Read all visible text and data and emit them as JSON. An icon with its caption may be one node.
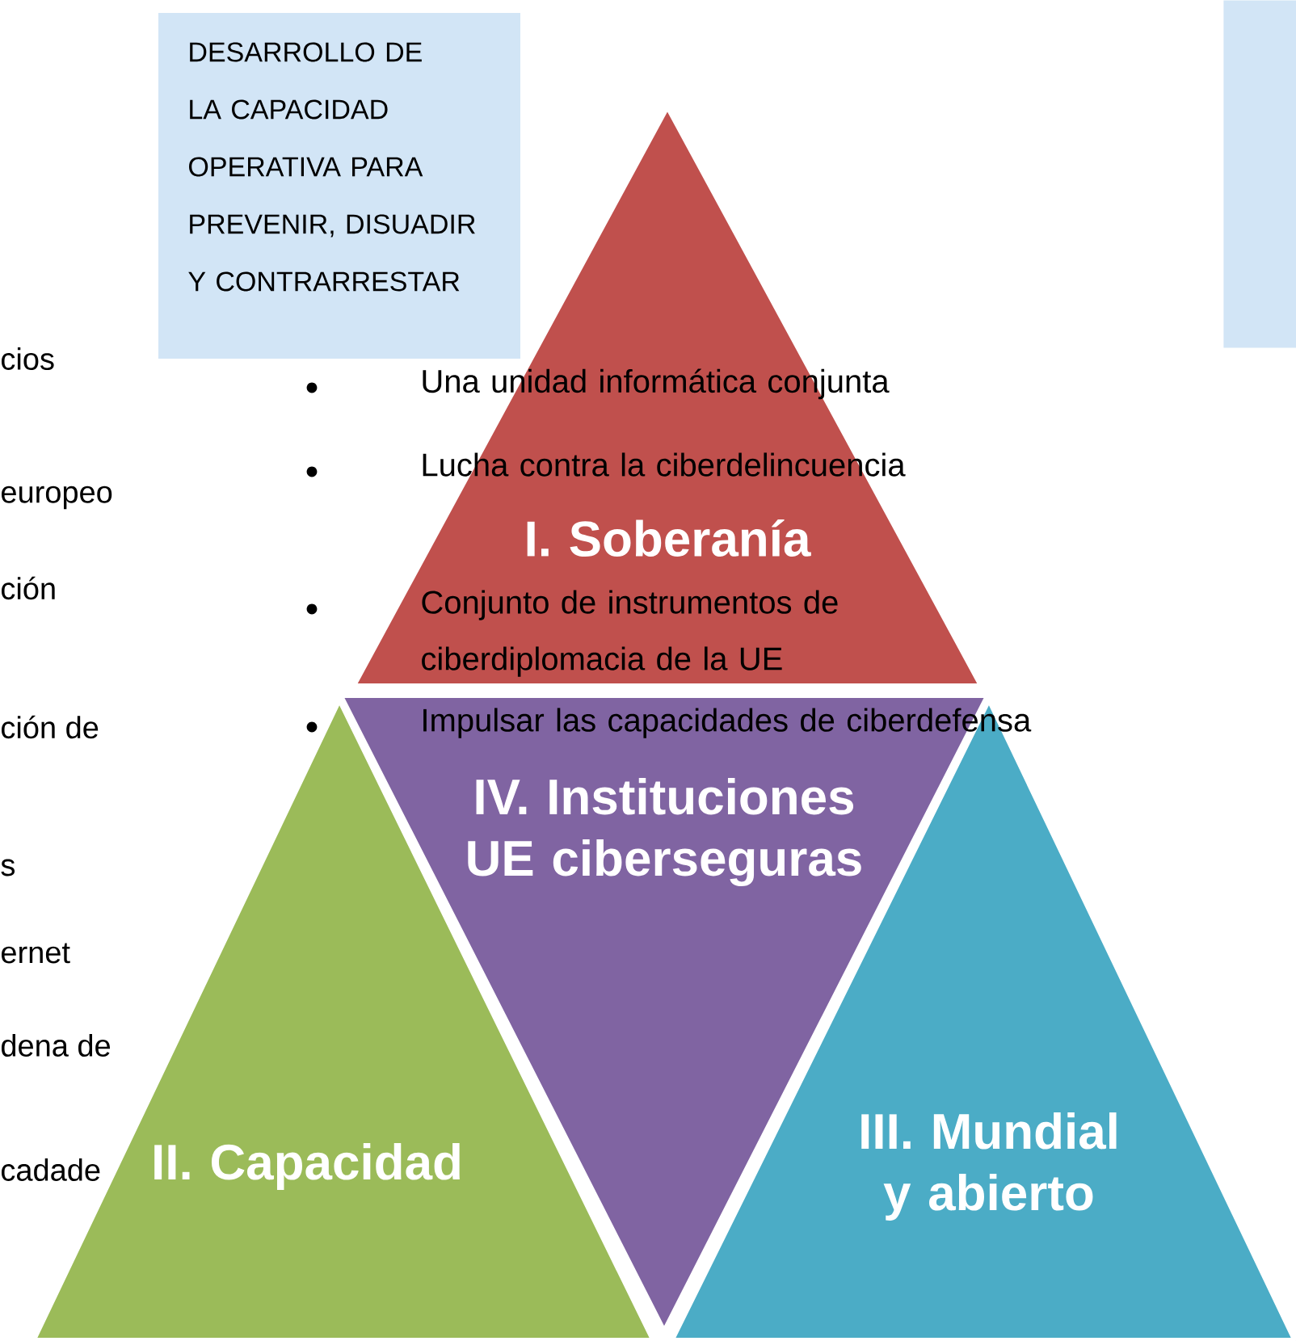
{
  "diagram": {
    "nodes": [
      {
        "text": [
          "DESARROLLO DE LA CAPACIDAD OPERATIVA PARA PREVENIR, DISUADIR Y CONTRARRESTAR"
        ]
      },
      {
        "text": [],
        "shape": "box"
      },
      {
        "text": [
          "I. Soberanía"
        ]
      },
      {
        "text": [
          "IV. Instituciones UE ciberseguras"
        ]
      },
      {
        "text": [
          "II. Capacidad"
        ]
      },
      {
        "text": [
          "III. Mundial y abierto"
        ]
      }
    ],
    "labels": [
      "cios",
      "europeo",
      "ción",
      "ción de",
      "s",
      "ernet",
      "dena de",
      "cadade",
      "Una unidad informática conjunta",
      "Lucha contra la ciberdelincuencia",
      "Conjunto de instrumentos de ciberdiplomacia de la UE",
      "Impulsar las capacidades de ciberdefensa"
    ]
  }
}
